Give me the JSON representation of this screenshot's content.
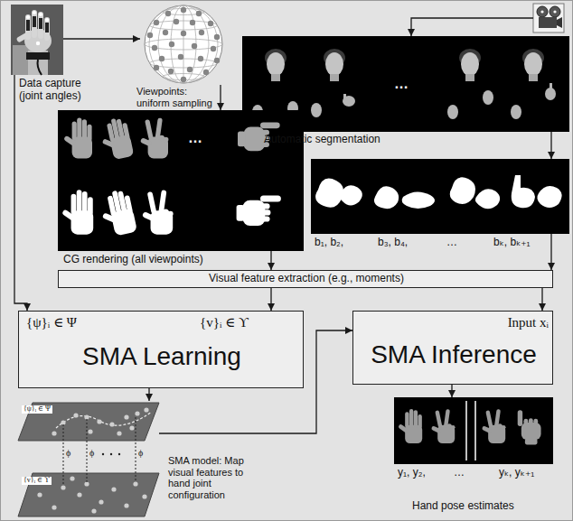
{
  "diagram": {
    "nodes": [
      {
        "text": [
          "Data capture (joint angles)"
        ]
      },
      {
        "text": [
          "Viewpoints: uniform sampling"
        ]
      },
      {
        "text": [
          "Automatic segmentation"
        ]
      },
      {
        "text": [
          "CG rendering (all viewpoints)"
        ]
      },
      {
        "text": [
          "b₁, b₂,",
          "b₃, b₄,",
          "…",
          "bₖ, bₖ₊₁"
        ]
      },
      {
        "text": [
          "Visual feature extraction (e.g., moments)"
        ]
      },
      {
        "text": [
          "{ψ}ᵢ ∈ Ψ",
          "{v}ᵢ ∈ ϒ",
          "SMA Learning"
        ]
      },
      {
        "text": [
          "Input xᵢ",
          "SMA Inference"
        ]
      },
      {
        "text": [
          "SMA model: Map visual features to hand joint configuration"
        ]
      },
      {
        "text": [
          "y₁, y₂,",
          "…",
          "yₖ, yₖ₊₁",
          "Hand pose estimates"
        ]
      }
    ],
    "edges": [
      {
        "from": 0,
        "to": 1,
        "arrow": "to"
      },
      {
        "from": 1,
        "to": 3,
        "arrow": "to"
      },
      {
        "from": 2,
        "to": 4,
        "arrow": "to"
      },
      {
        "from": 3,
        "to": 5,
        "arrow": "to"
      },
      {
        "from": 4,
        "to": 5,
        "arrow": "to"
      },
      {
        "from": 0,
        "to": 6,
        "arrow": "to"
      },
      {
        "from": 5,
        "to": 6,
        "arrow": "to"
      },
      {
        "from": 5,
        "to": 7,
        "arrow": "to"
      },
      {
        "from": 6,
        "to": 8,
        "arrow": "to"
      },
      {
        "from": 8,
        "to": 7,
        "arrow": "to"
      },
      {
        "from": 7,
        "to": 9,
        "arrow": "to"
      }
    ],
    "labels": [
      "…",
      "…",
      "{ψ}ᵢ ∈ Ψ",
      "{v}ᵢ ∈ ϒ",
      "ϕ",
      "ϕ",
      "ϕ"
    ]
  }
}
